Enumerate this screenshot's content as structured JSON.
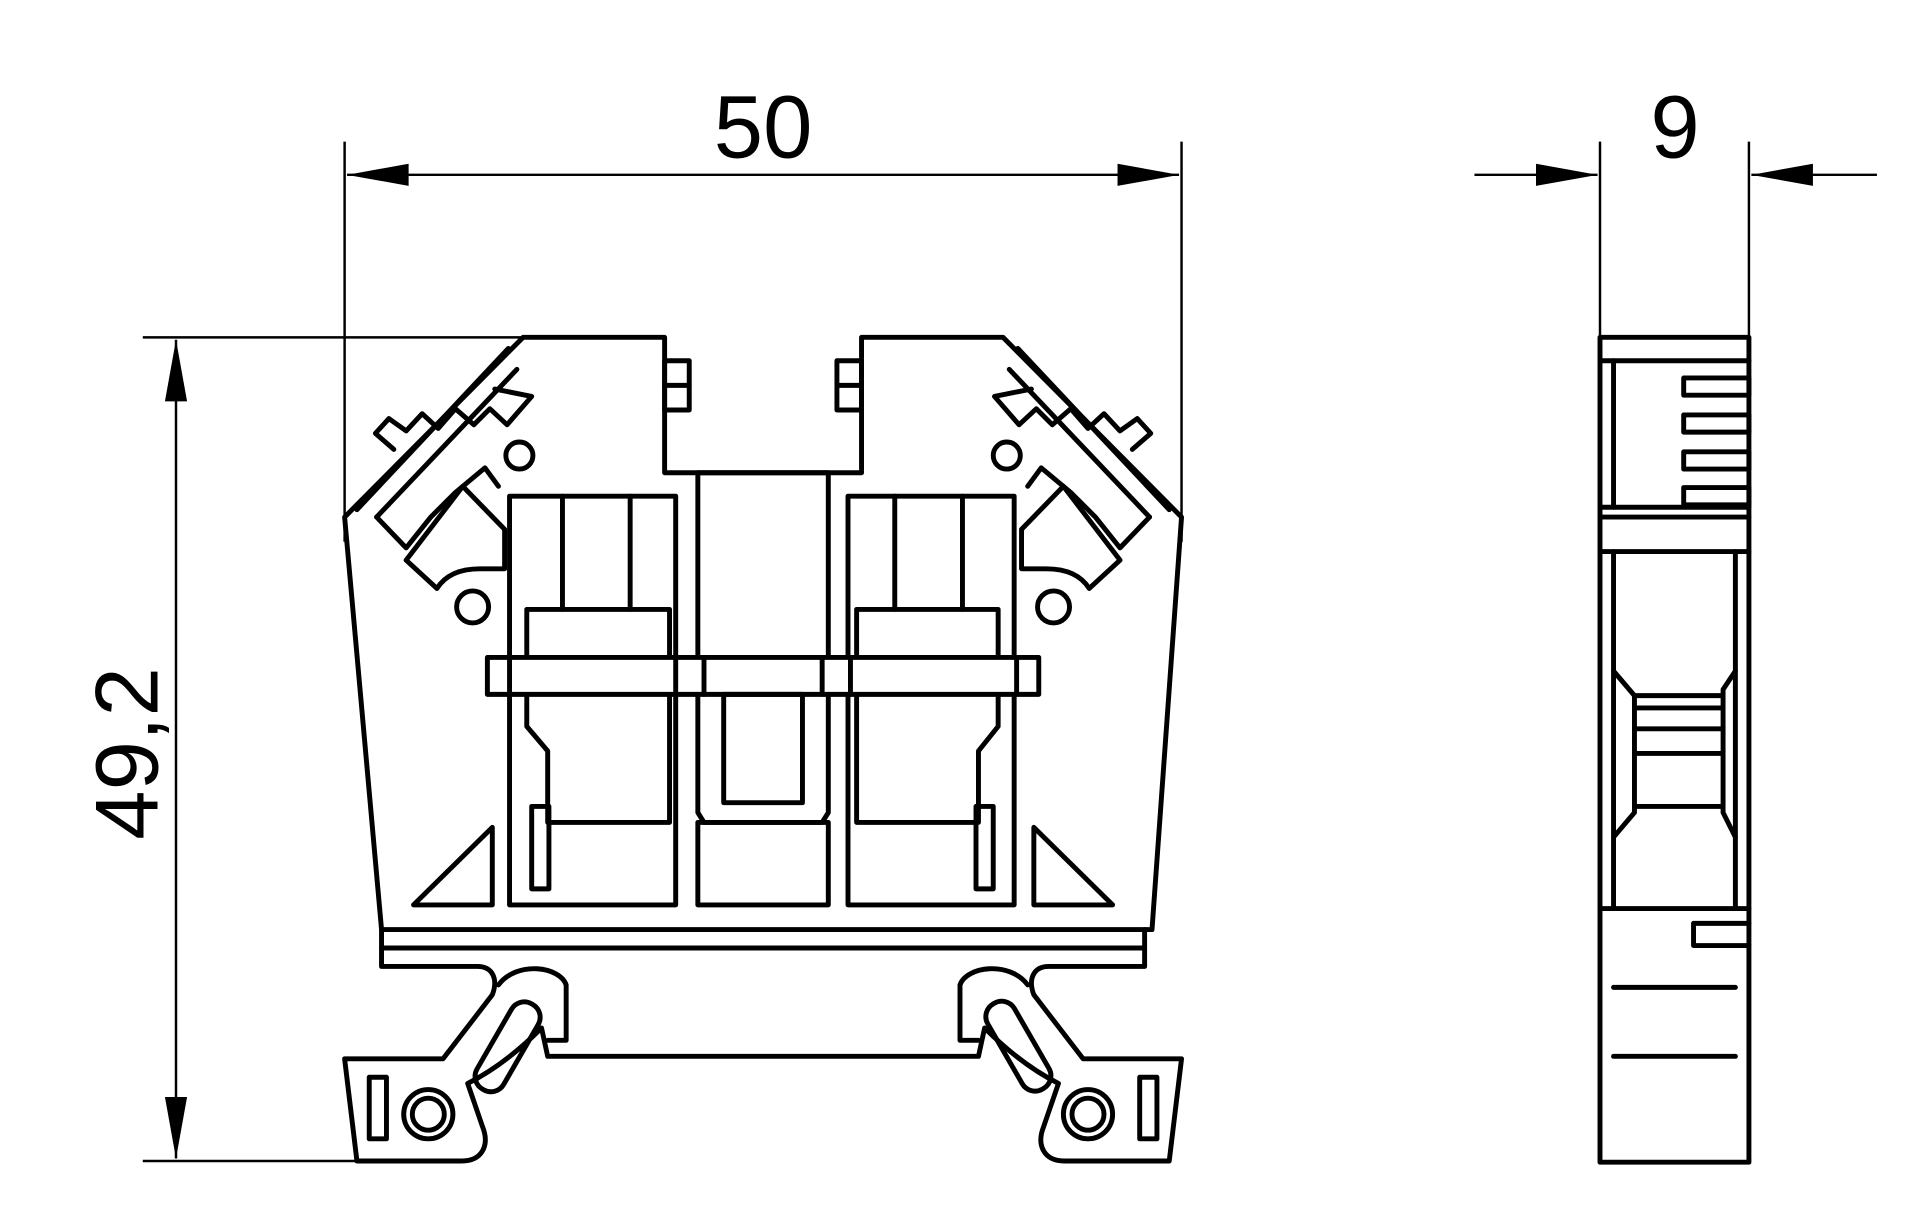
{
  "dimensions": {
    "front_width": "50",
    "front_height": "49,2",
    "side_width": "9"
  }
}
